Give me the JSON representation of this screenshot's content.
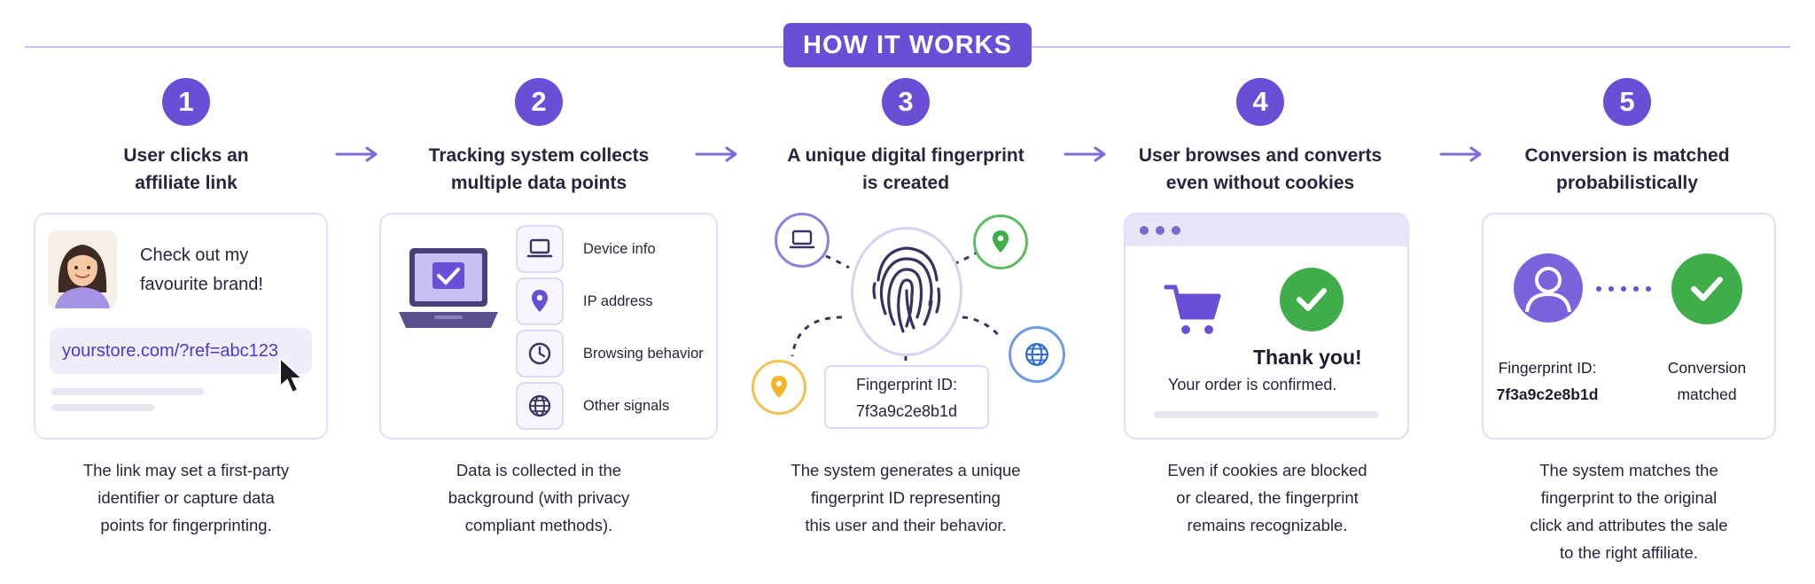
{
  "header": {
    "badge": "HOW IT WORKS"
  },
  "steps": [
    {
      "number": "1",
      "title_line1": "User clicks an",
      "title_line2": "affiliate link",
      "desc": [
        "The link may set a first-party",
        "identifier or capture data",
        "points for fingerprinting."
      ]
    },
    {
      "number": "2",
      "title_line1": "Tracking system collects",
      "title_line2": "multiple data points",
      "desc": [
        "Data is collected in the",
        "background (with privacy",
        "compliant methods)."
      ]
    },
    {
      "number": "3",
      "title_line1": "A unique digital fingerprint",
      "title_line2": "is created",
      "desc": [
        "The system generates a unique",
        "fingerprint ID representing",
        "this user and their behavior."
      ]
    },
    {
      "number": "4",
      "title_line1": "User browses and converts",
      "title_line2": "even without cookies",
      "desc": [
        "Even if cookies are blocked",
        "or cleared, the fingerprint",
        "remains recognizable."
      ]
    },
    {
      "number": "5",
      "title_line1": "Conversion is matched",
      "title_line2": "probabilistically",
      "desc": [
        "The system matches the",
        "fingerprint to the original",
        "click and attributes the sale",
        "to the right affiliate."
      ]
    }
  ],
  "card1": {
    "message_line1": "Check out my",
    "message_line2": "favourite brand!",
    "link": "yourstore.com/?ref=abc123"
  },
  "card2": {
    "signals": [
      "Device info",
      "IP address",
      "Browsing behavior",
      "Other signals"
    ],
    "signal_icons": [
      "laptop-icon",
      "location-pin-icon",
      "clock-icon",
      "globe-icon"
    ]
  },
  "card3": {
    "fp_label": "Fingerprint ID:",
    "fp_value": "7f3a9c2e8b1d"
  },
  "card4": {
    "thank_you": "Thank you!",
    "confirmed": "Your order is confirmed."
  },
  "card5": {
    "fp_label": "Fingerprint ID:",
    "fp_value": "7f3a9c2e8b1d",
    "match_line1": "Conversion",
    "match_line2": "matched"
  },
  "colors": {
    "accent": "#6a4fd6",
    "green": "#3fae4a",
    "yellow": "#f5b52a",
    "blue": "#4a86e0",
    "border": "#e3ddf6"
  }
}
